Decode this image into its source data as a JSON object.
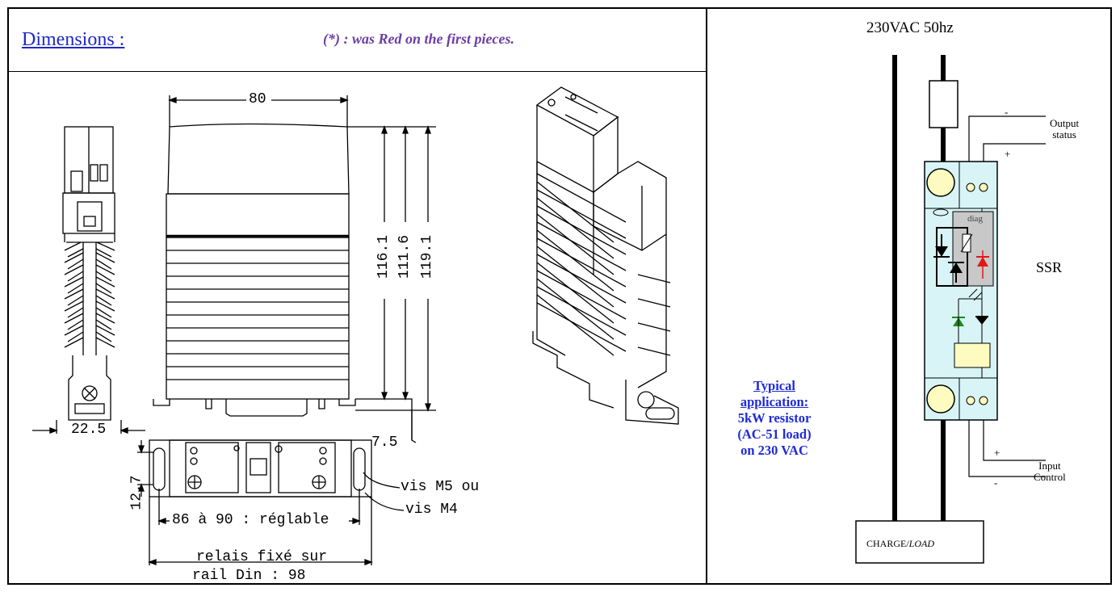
{
  "left_panel": {
    "title": "Dimensions :",
    "note": "(*) : was Red on the first pieces.",
    "dims": {
      "width": "80",
      "h1": "116.1",
      "h2": "111.6",
      "h3": "119.1",
      "side_width": "22.5",
      "offset": "7.5",
      "hole": "12.7",
      "screw1": "vis M5 ou",
      "screw2": "vis M4",
      "adjust": "86 à 90 : réglable",
      "rail1": "relais fixé sur",
      "rail2": "rail Din : 98"
    }
  },
  "right_panel": {
    "supply": "230VAC 50hz",
    "typical": {
      "heading1": "Typical",
      "heading2": "application:",
      "line1": "5kW resistor",
      "line2": "(AC-51 load)",
      "line3": "on 230 VAC"
    },
    "ssr_label": "SSR",
    "diag_label": "diag",
    "output_label1": "Output",
    "output_label2": "status",
    "input_label1": "Input",
    "input_label2": "Control",
    "minus": "-",
    "plus": "+",
    "load_label": "CHARGE/",
    "load_label_italic": "LOAD"
  },
  "colors": {
    "title_blue": "#1f29c9",
    "note_purple": "#6b3ea3",
    "typical_blue": "#1f2bd6",
    "ssr_fill": "#d8f4f6",
    "terminal_yellow": "#fdfbc0",
    "diag_grey": "#c8c8c8",
    "led_red": "#e01818",
    "led_green": "#1c8a1c"
  }
}
